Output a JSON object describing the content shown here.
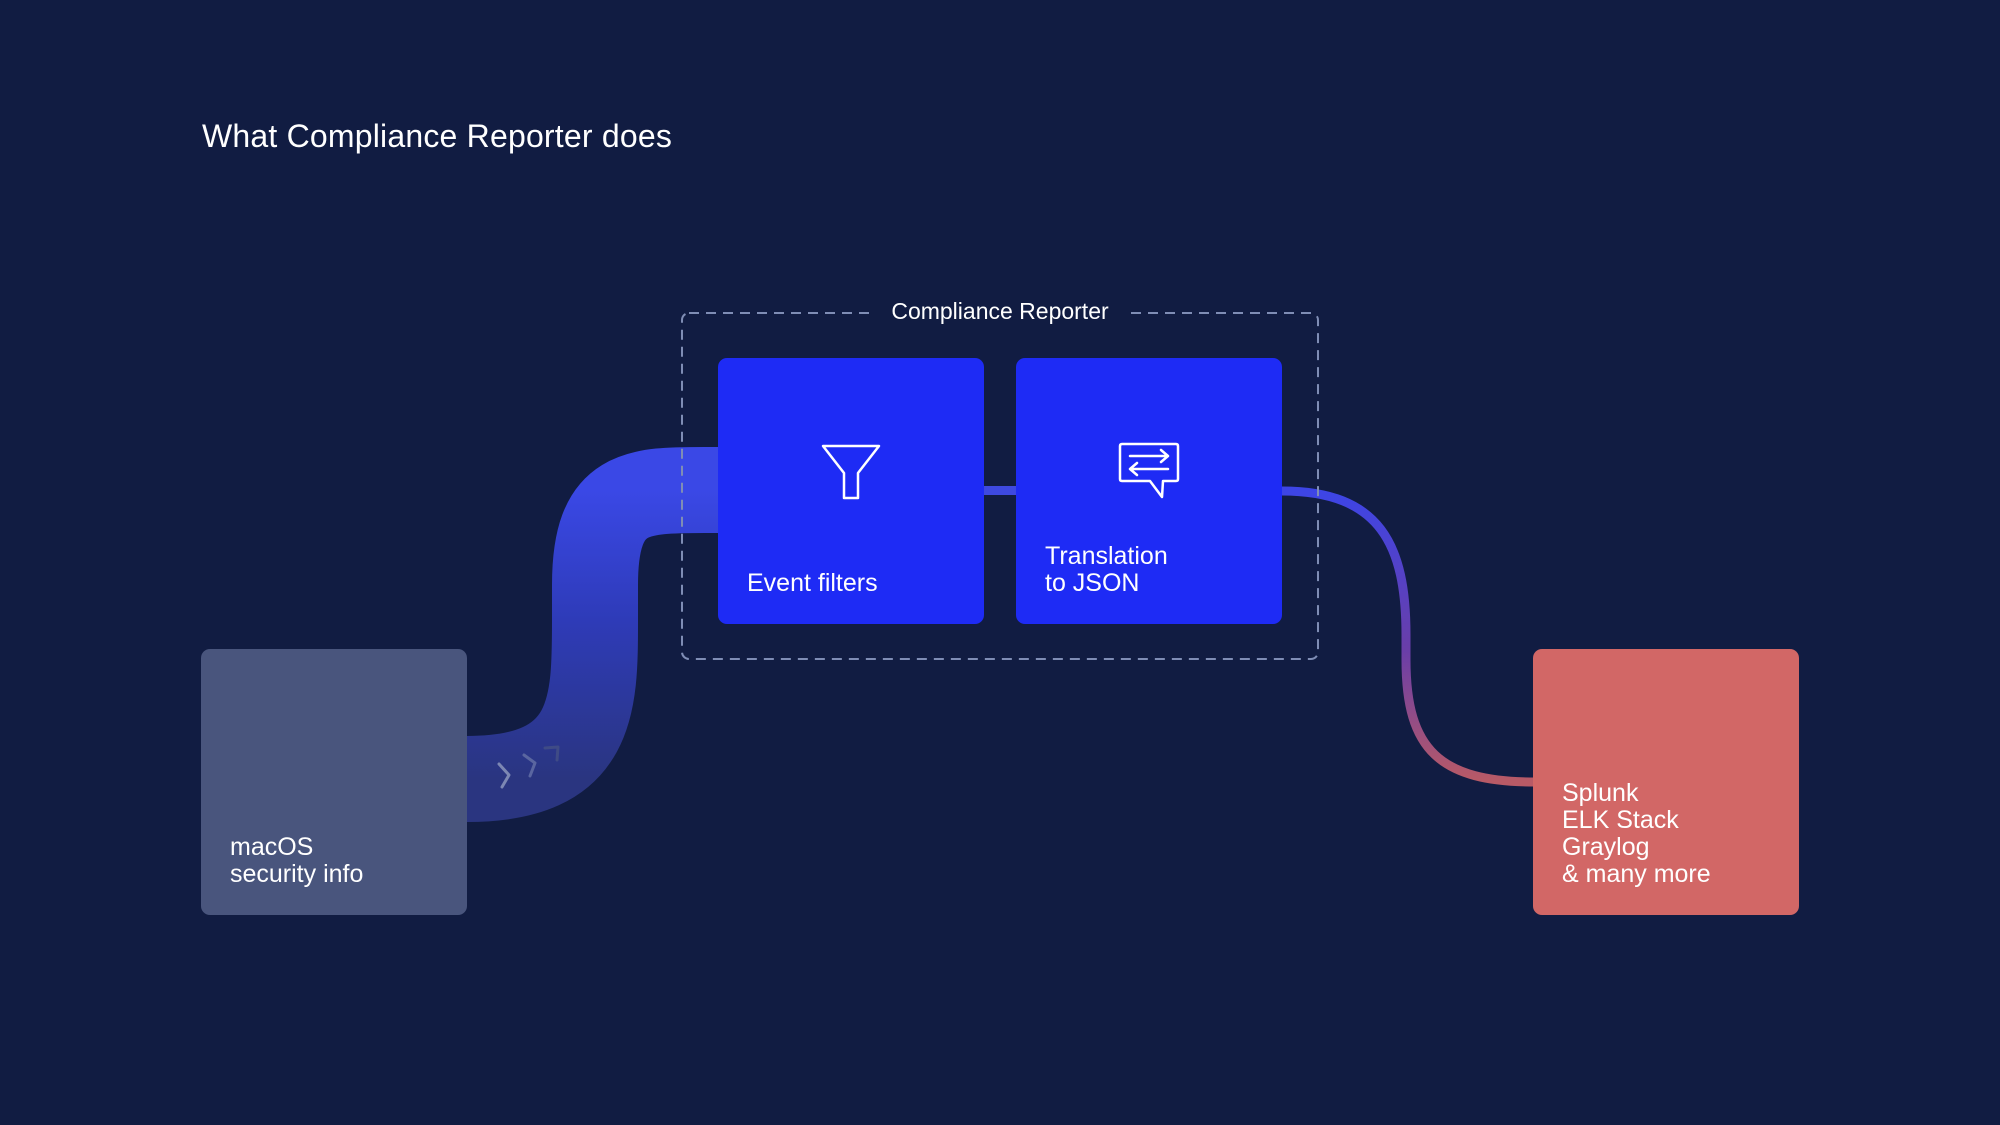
{
  "title": "What Compliance Reporter does",
  "group": {
    "label": "Compliance Reporter"
  },
  "nodes": {
    "source": {
      "lines": [
        "macOS",
        "security info"
      ],
      "color": "#49557d"
    },
    "filters": {
      "label": "Event filters",
      "icon": "filter-icon",
      "color": "#1e2bf5"
    },
    "translation": {
      "lines": [
        "Translation",
        "to JSON"
      ],
      "icon": "translate-icon",
      "color": "#1e2bf5"
    },
    "destination": {
      "lines": [
        "Splunk",
        "ELK Stack",
        "Graylog",
        "& many more"
      ],
      "color": "#d26766"
    }
  },
  "colors": {
    "background": "#111c42",
    "accent": "#1e2bf5",
    "destination": "#d26766"
  }
}
